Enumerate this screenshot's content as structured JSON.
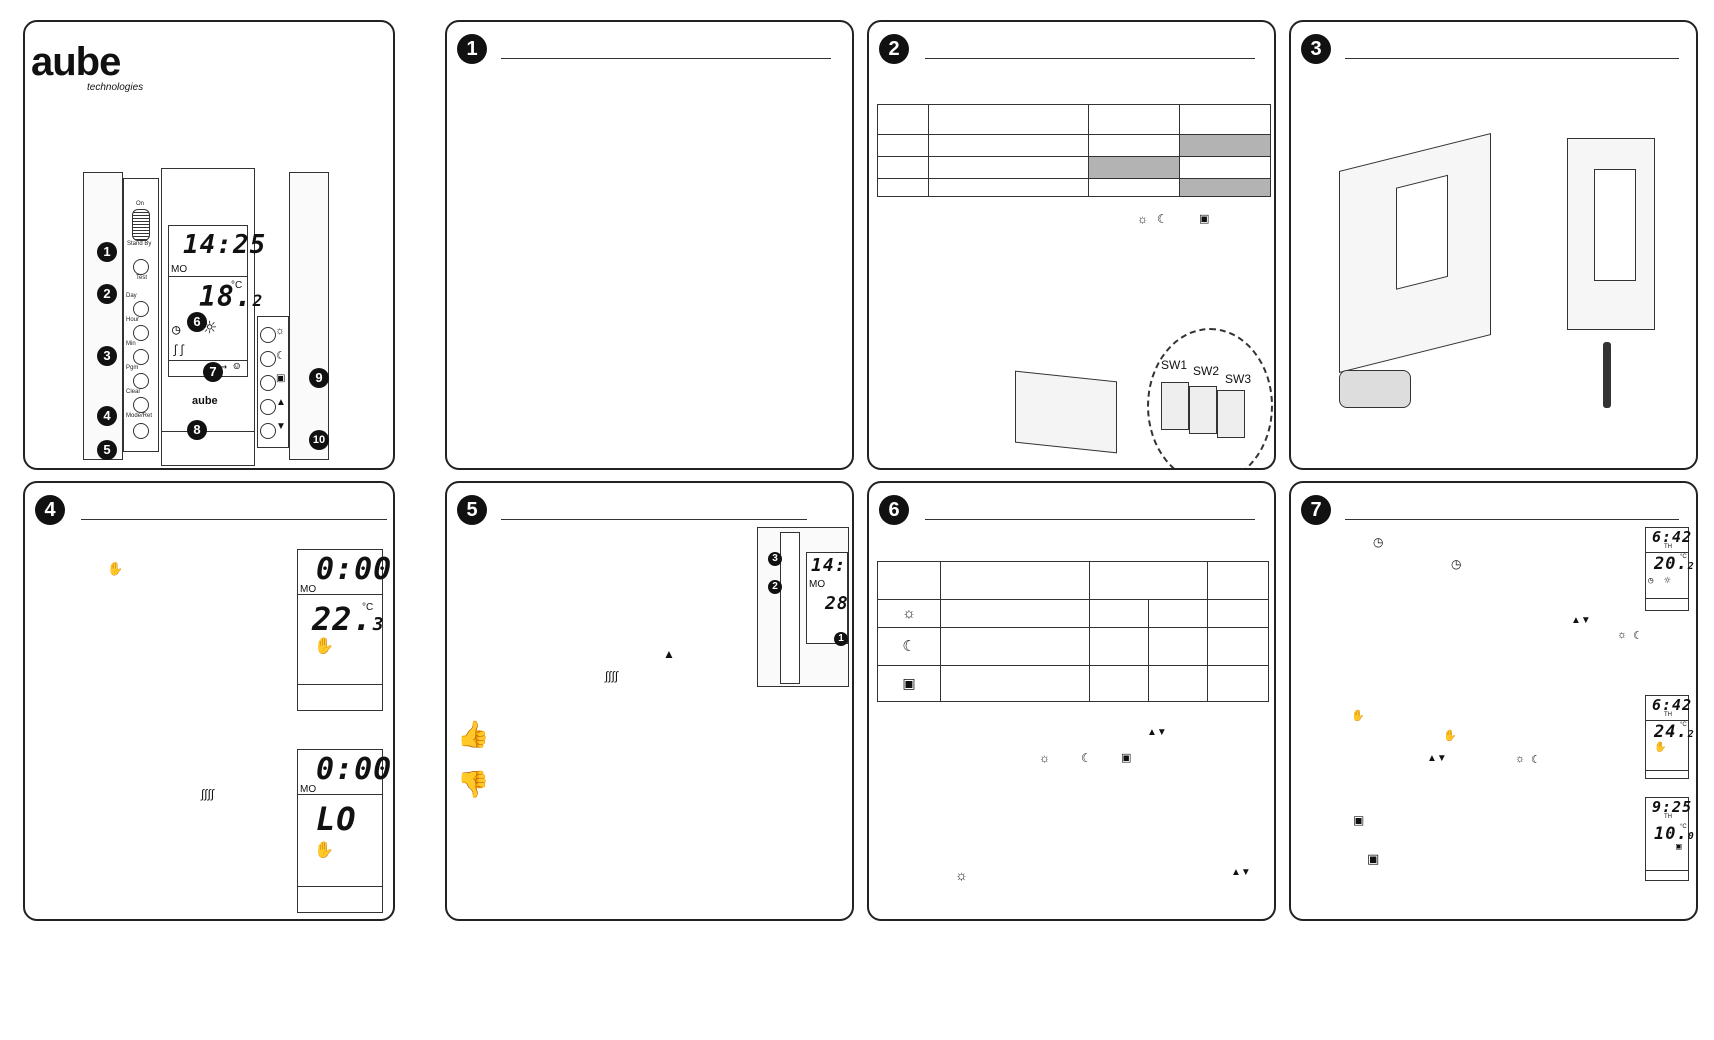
{
  "brand": {
    "logo_text": "aube",
    "tagline": "technologies"
  },
  "sections": [
    "1",
    "2",
    "3",
    "4",
    "5",
    "6",
    "7"
  ],
  "device": {
    "time": "14:25",
    "day": "MO",
    "temp": "18.",
    "temp_dec": "2",
    "unit": "°C",
    "logo": "aube",
    "switch_on": "On",
    "switch_standby": "Stand By",
    "buttons": [
      "Test",
      "Day",
      "Hour",
      "Min",
      "Pgm",
      "Clear",
      "Mode/Ret"
    ],
    "callouts": [
      "1",
      "2",
      "3",
      "4",
      "5",
      "6",
      "7",
      "8",
      "9",
      "10"
    ]
  },
  "dip_table": {
    "rows": 4,
    "cols": 4,
    "shaded": [
      [
        1,
        3
      ],
      [
        2,
        2
      ],
      [
        3,
        3
      ]
    ]
  },
  "dip_labels": [
    "SW1",
    "SW2",
    "SW3"
  ],
  "panel4": {
    "screen1": {
      "time": "0:00",
      "day": "MO",
      "temp": "22.",
      "temp_dec": "3",
      "unit": "°C"
    },
    "screen2": {
      "time": "0:00",
      "day": "MO",
      "temp": "LO"
    }
  },
  "panel5": {
    "mini_time": "14:",
    "mini_temp": "28",
    "callouts": [
      "3",
      "2",
      "1"
    ]
  },
  "panel7": {
    "screen1": {
      "time": "6:42",
      "day": "TH",
      "temp": "20.",
      "temp_dec": "2",
      "unit": "°C"
    },
    "screen2": {
      "time": "6:42",
      "day": "TH",
      "temp": "24.",
      "temp_dec": "2",
      "unit": "°C"
    },
    "screen3": {
      "time": "9:25",
      "day": "TH",
      "temp": "10.",
      "temp_dec": "0",
      "unit": "°C"
    }
  },
  "icons": [
    "sun-icon",
    "moon-icon",
    "suitcase-icon",
    "clock-icon",
    "hand-icon",
    "heat-icon",
    "thumbs-up-icon",
    "thumbs-down-icon",
    "up-arrow-icon",
    "down-arrow-icon"
  ]
}
